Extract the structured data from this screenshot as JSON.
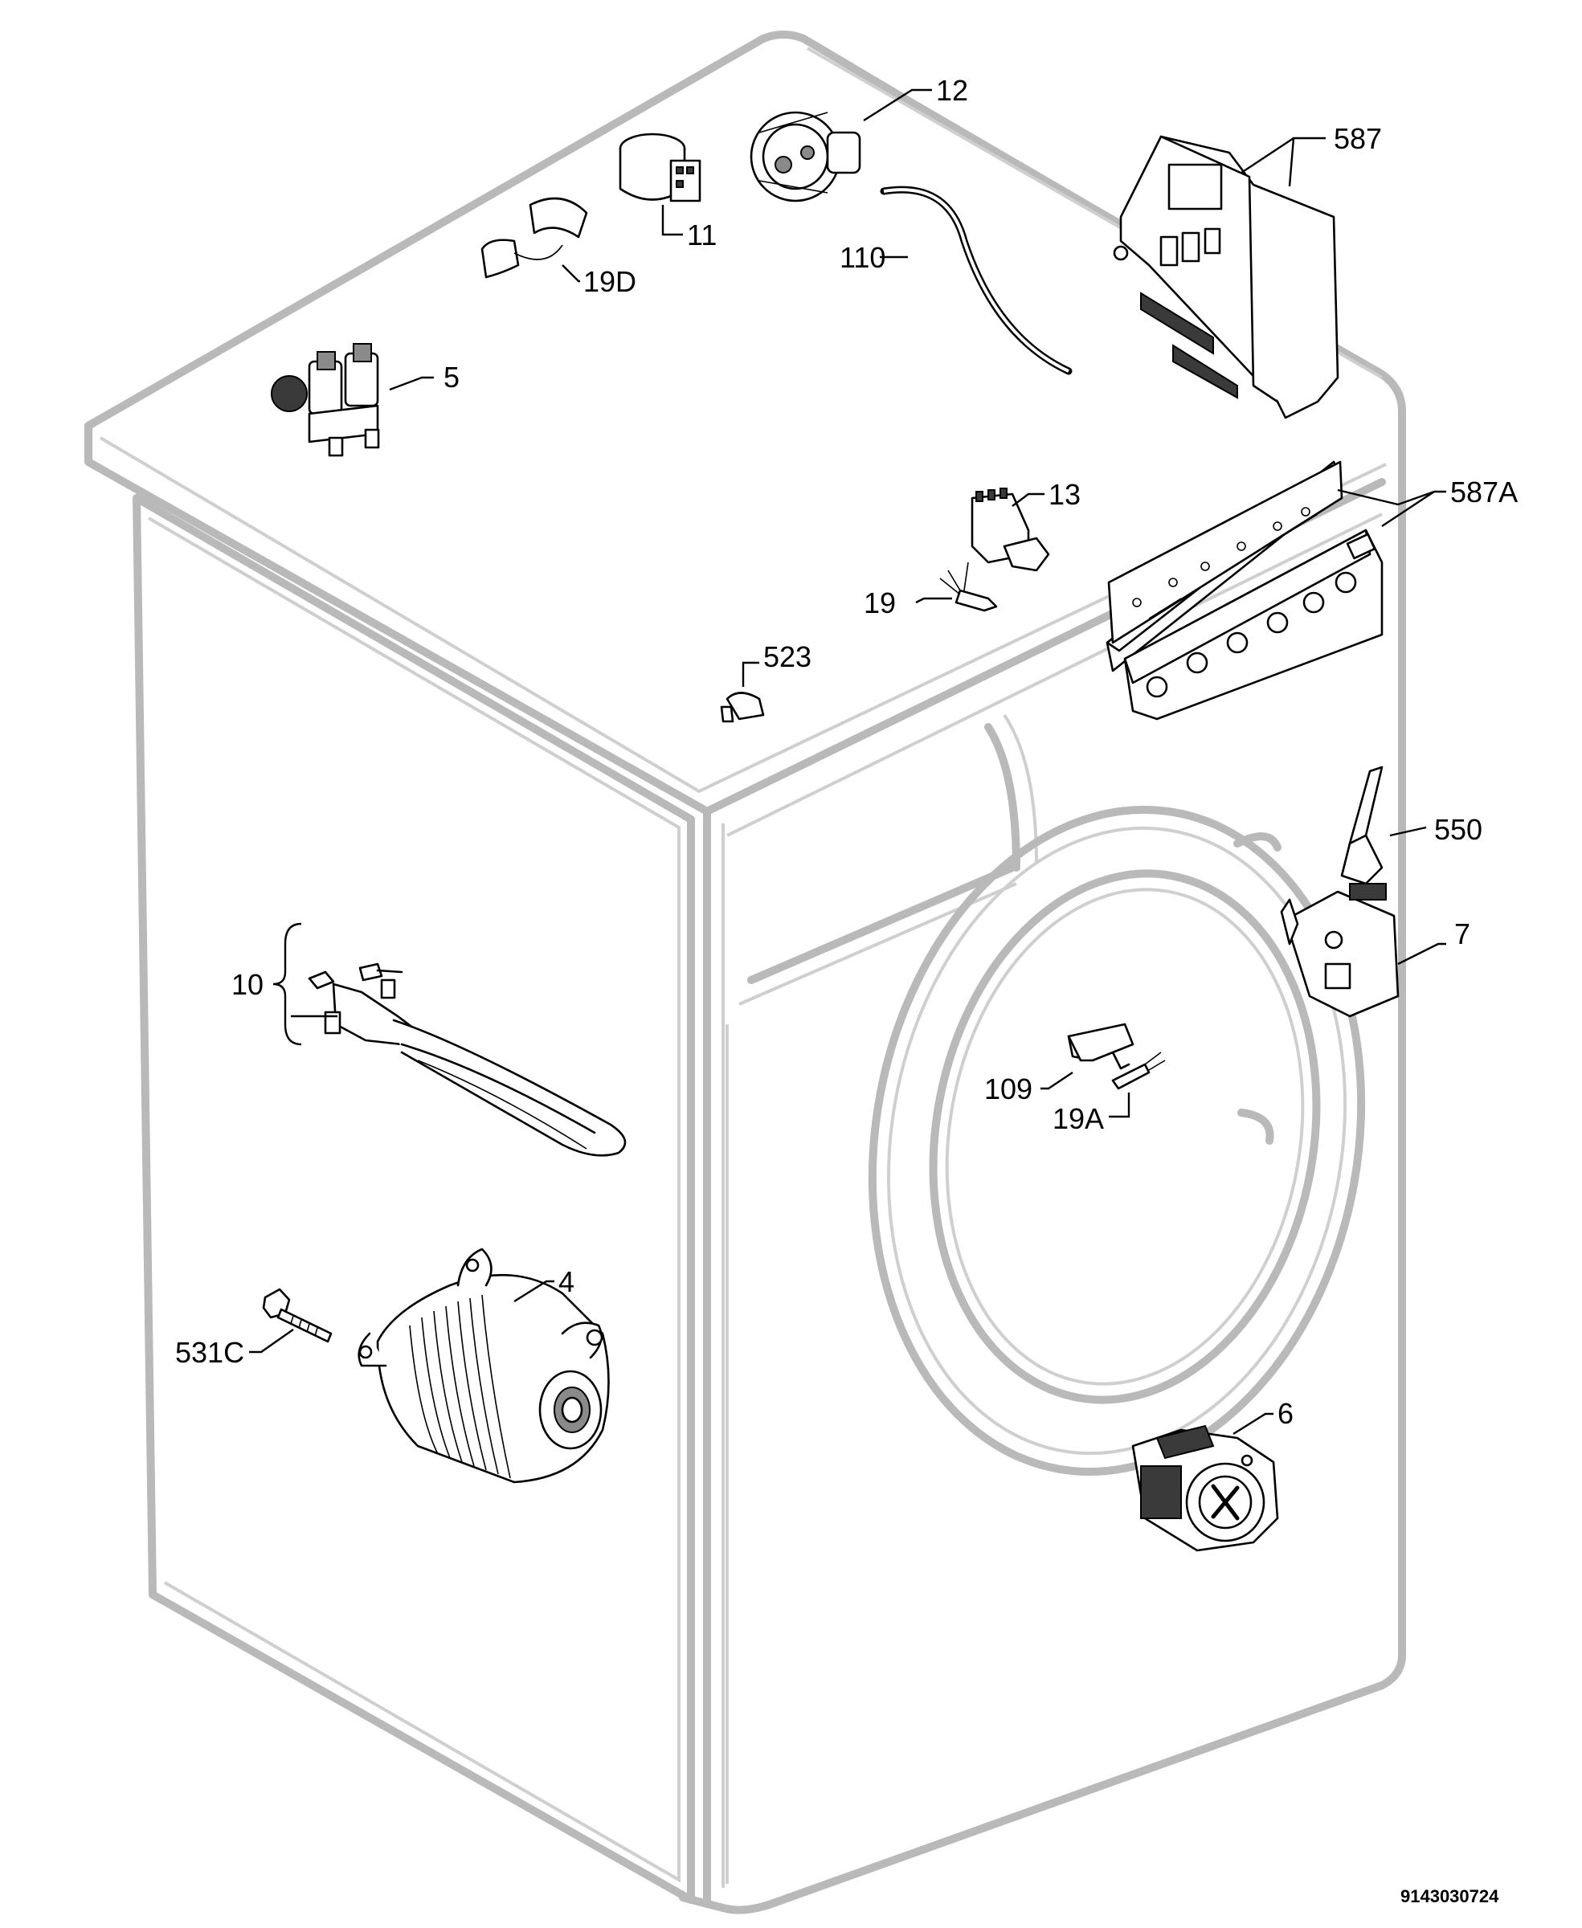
{
  "labels": {
    "p12": "12",
    "p587": "587",
    "p11": "11",
    "p110": "110",
    "p19D": "19D",
    "p5": "5",
    "p13": "13",
    "p587A": "587A",
    "p19": "19",
    "p523": "523",
    "p550": "550",
    "p7": "7",
    "p10": "10",
    "p109": "109",
    "p19A": "19A",
    "p4": "4",
    "p531C": "531C",
    "p6": "6"
  },
  "drawing_code": "9143030724",
  "colors": {
    "cabinet_outline": "#b9b9b9",
    "part_line": "#000000",
    "background": "#ffffff"
  }
}
